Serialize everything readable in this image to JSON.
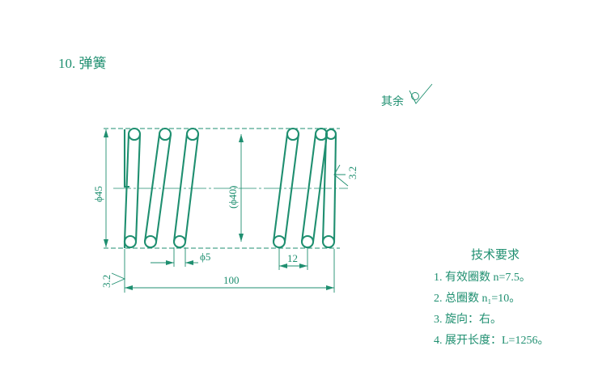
{
  "title": "10. 弹簧",
  "roughness": {
    "label": "其余"
  },
  "dimensions": {
    "outer_diameter": "ϕ45",
    "mean_diameter": "(ϕ40)",
    "wire_diameter": "ϕ5",
    "pitch": "12",
    "length": "100",
    "roughness_left": "3.2",
    "roughness_right": "3.2"
  },
  "requirements": {
    "title": "技术要求",
    "items": [
      {
        "num": "1.",
        "text": "有效圈数 n=7.5。"
      },
      {
        "num": "2.",
        "text": "总圈数 n₁=10。"
      },
      {
        "num": "3.",
        "text": "旋向：右。"
      },
      {
        "num": "4.",
        "text": "展开长度：L=1256。"
      }
    ]
  },
  "colors": {
    "ink": "#1f8f70"
  }
}
